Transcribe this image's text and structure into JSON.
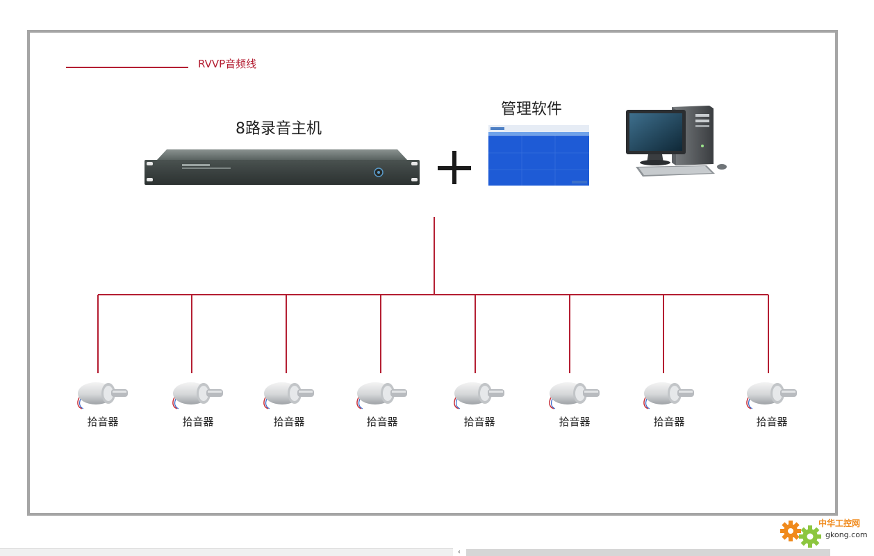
{
  "legend": {
    "cable_label": "RVVP音频线"
  },
  "host": {
    "title": "8路录音主机"
  },
  "software": {
    "title": "管理软件"
  },
  "pickups": [
    {
      "label": "拾音器"
    },
    {
      "label": "拾音器"
    },
    {
      "label": "拾音器"
    },
    {
      "label": "拾音器"
    },
    {
      "label": "拾音器"
    },
    {
      "label": "拾音器"
    },
    {
      "label": "拾音器"
    },
    {
      "label": "拾音器"
    }
  ],
  "watermark": {
    "name": "中华工控网",
    "url": "gkong.com"
  },
  "scrollbar": {
    "arrow_glyph": "‹"
  },
  "colors": {
    "cable": "#b41e32",
    "frame": "#a5a5a5",
    "device_body": "#3d4443",
    "screen_blue": "#1e5bd6",
    "watermark_orange": "#f08a1c",
    "watermark_green": "#8cc63f"
  },
  "icons": {
    "recorder": "rack-recorder-icon",
    "plus": "plus-icon",
    "software": "software-screen-icon",
    "computer": "desktop-computer-icon",
    "pickup": "microphone-pickup-icon"
  }
}
